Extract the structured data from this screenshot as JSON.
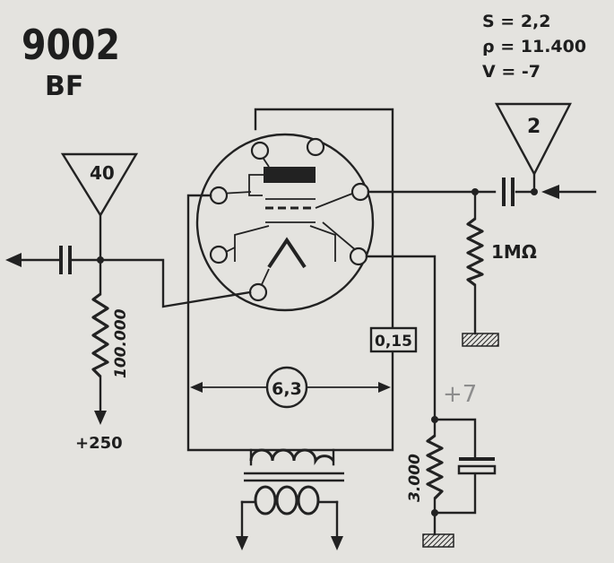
{
  "header": {
    "tube_code": "9002",
    "tube_function": "BF"
  },
  "specs": {
    "s_line": "S = 2,2",
    "rho_line": "ρ = 11.400",
    "v_line": "V = -7"
  },
  "gains": {
    "input_stage": "2",
    "output_stage": "40"
  },
  "components": {
    "grid_resistor": "1MΩ",
    "plate_resistor": "100.000",
    "cathode_resistor": "3.000",
    "heater_current": "0,15",
    "heater_voltage": "6,3"
  },
  "supply": {
    "plate_voltage": "+250"
  },
  "annotations": {
    "cathode_bias": "+7"
  },
  "colors": {
    "ink": "#222222",
    "paper": "#e4e3df",
    "pencil": "#8d8d8d"
  }
}
